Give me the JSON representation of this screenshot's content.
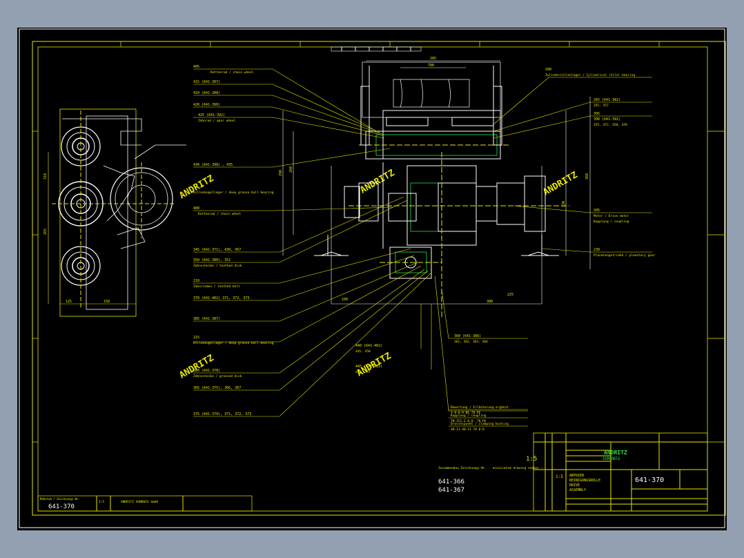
{
  "drawing": {
    "number": "641-370",
    "stamp_text": "ANDRITZ",
    "company": "ANDRITZ",
    "company_sub": "SUNDWIG",
    "title_lines": [
      "ANTRIEB",
      "REINIGUNGSROLLE",
      "DRIVE",
      "ASSEMBLY"
    ],
    "scale": "1:5",
    "compare_label": "Zusammenbau Zeichnungs-Nr. - associated drawing number :",
    "compare_numbers": [
      "641-366",
      "641-367"
    ],
    "side_number": "641-370"
  },
  "leader_labels_left": [
    "405",
    "Kettenrad / chain wheel",
    "415 (641-307)",
    "410 (641-308)",
    "420 (641-390)",
    "425 (641-392)",
    "Zahnrad / gear wheel",
    "430 (641-398) , 435",
    "Rillenkugellager / deep groove ball bearing",
    "400",
    "Kettenrad / chain wheel",
    "345 (641-371), 430, 457",
    "350 (641-380), 351",
    "Zahnscheibe / toothed disk",
    "210",
    "Zahnriemen / toothed belt",
    "370 (641-402) 371, 372, 373",
    "385 (641-387)",
    "215",
    "Rillenkugellager / deep groove ball bearing",
    "380 (641-378)",
    "Zahnscheibe / grooved disk",
    "365 (641-375), 366, 367",
    "375 (641-379), 371, 372, 373"
  ],
  "leader_labels_right": [
    "200",
    "Zylinderrollenlager / Cylindrical roller bearing",
    "265 (641-382)",
    "355, 357",
    "395",
    "390 (641-392)",
    "355, 357, 358, 359",
    "205",
    "Motor / Drive motor",
    "Kupplung / coupling",
    "230",
    "Planetengetriebe / planetary gear",
    "360 (641-386)",
    "361, 362, 363, 364",
    "440 (641-402)",
    "445, 450",
    "445 (641-403)",
    "446, 447"
  ],
  "notes_box": [
    "Bewertung / Erläuterung ergänzt",
    "2-8-8-9 BE 78 PE",
    "Kupplung / coupling",
    "TN 252 E.8.9. 78 PE",
    "Drosselpunkt / clamping bushing",
    "48-11-40-11 78 8.8"
  ],
  "dimensions": [
    "285",
    "700",
    "300",
    "265",
    "290",
    "150",
    "100",
    "310",
    "225",
    "360",
    "260",
    "125",
    "330"
  ],
  "title_block_small": {
    "left_text": "Maßstab / Zeichnungs-Nr.",
    "company_line": "ANDRITZ SUNDWIG GmbH",
    "scale_label": "1:5"
  }
}
